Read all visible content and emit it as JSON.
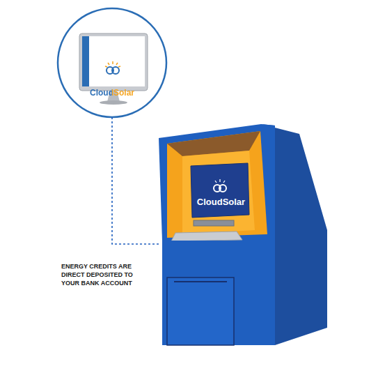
{
  "diagram": {
    "nodes": [
      {
        "text": [
          "CloudSolar"
        ]
      },
      {
        "text": [
          "CloudSolar"
        ]
      }
    ],
    "edges": [
      {
        "from": 0,
        "to": 1,
        "arrow": "none"
      }
    ],
    "labels": [
      "ENERGY CREDITS ARE DIRECT DEPOSITED TO YOUR BANK ACCOUNT"
    ]
  }
}
